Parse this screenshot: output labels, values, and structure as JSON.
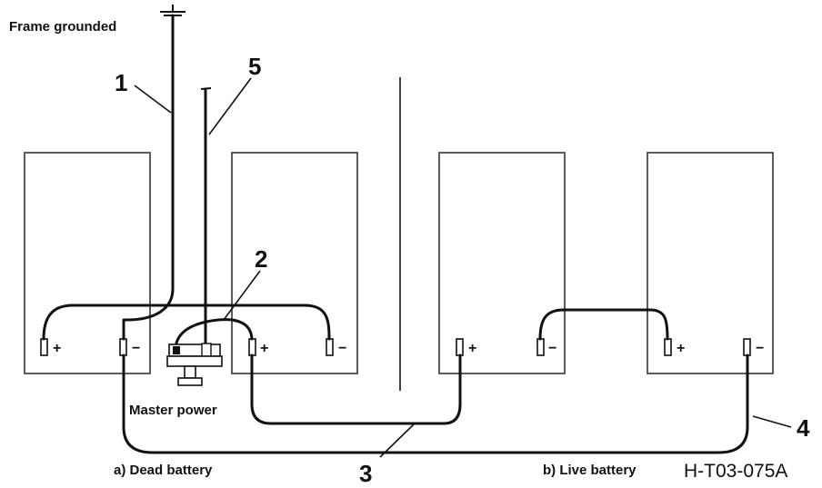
{
  "labels": {
    "frame_grounded": "Frame grounded",
    "master_power": "Master power",
    "dead_battery": "a) Dead battery",
    "live_battery": "b) Live battery",
    "figure_code": "H-T03-075A"
  },
  "callouts": [
    "1",
    "2",
    "3",
    "4",
    "5"
  ],
  "terminal_signs": {
    "positive": "+",
    "negative": "−"
  }
}
